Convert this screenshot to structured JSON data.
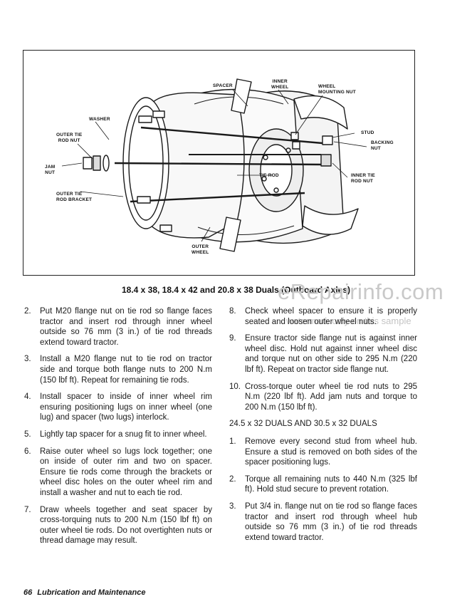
{
  "figure": {
    "labels": {
      "spacer": "SPACER",
      "inner_wheel": [
        "INNER",
        "WHEEL"
      ],
      "wheel_mounting_nut": [
        "WHEEL",
        "MOUNTING NUT"
      ],
      "washer": "WASHER",
      "outer_tie_rod_nut": [
        "OUTER TIE",
        "ROD NUT"
      ],
      "stud": "STUD",
      "backing_nut": [
        "BACKING",
        "NUT"
      ],
      "jam_nut": [
        "JAM",
        "NUT"
      ],
      "tie_rod": "TIE ROD",
      "inner_tie_rod_nut": [
        "INNER TIE",
        "ROD NUT"
      ],
      "outer_tie_rod_bracket": [
        "OUTER TIE",
        "ROD BRACKET"
      ],
      "outer_wheel": [
        "OUTER",
        "WHEEL"
      ]
    },
    "caption": "18.4 x 38, 18.4 x 42 and 20.8 x 38 Duals (Outboard Axles)"
  },
  "watermark": {
    "site": "eRepairinfo.com",
    "note": "watermark only on this sample"
  },
  "left_column": [
    {
      "num": "2.",
      "text": "Put M20 flange nut on tie rod so flange faces tractor and insert rod through inner wheel outside so 76 mm (3 in.) of tie rod threads extend toward tractor."
    },
    {
      "num": "3.",
      "text": "Install a M20 flange nut to tie rod on tractor side and torque both flange nuts to 200 N.m (150 lbf ft). Repeat for remaining tie rods."
    },
    {
      "num": "4.",
      "text": "Install spacer to inside of inner wheel rim ensuring positioning lugs on inner wheel (one lug) and spacer (two lugs) interlock."
    },
    {
      "num": "5.",
      "text": "Lightly tap spacer for a snug fit to inner wheel."
    },
    {
      "num": "6.",
      "text": "Raise outer wheel so lugs lock together; one on inside of outer rim and two on spacer. Ensure tie rods come through the brackets or wheel disc holes on the outer wheel rim and install a washer and nut to each tie rod."
    },
    {
      "num": "7.",
      "text": "Draw wheels together and seat spacer by cross-torquing nuts to 200 N.m (150 lbf ft) on outer wheel tie rods. Do not overtighten nuts or thread damage may result."
    }
  ],
  "right_column": {
    "items_a": [
      {
        "num": "8.",
        "text": "Check wheel spacer to ensure it is properly seated and loosen outer wheel nuts."
      },
      {
        "num": "9.",
        "text": "Ensure tractor side flange nut is against inner wheel disc. Hold nut against inner wheel disc and torque nut on other side to 295 N.m (220 lbf ft). Repeat on tractor side flange nut."
      },
      {
        "num": "10.",
        "text": "Cross-torque outer wheel tie rod nuts to 295 N.m (220 lbf ft). Add jam nuts and torque to 200 N.m (150 lbf ft)."
      }
    ],
    "subheading": "24.5 x 32 DUALS AND 30.5 x 32 DUALS",
    "items_b": [
      {
        "num": "1.",
        "text": "Remove every second stud from wheel hub. Ensure a stud is removed on both sides of the spacer positioning lugs."
      },
      {
        "num": "2.",
        "text": "Torque all remaining nuts to 440 N.m (325 lbf ft). Hold stud secure to prevent rotation."
      },
      {
        "num": "3.",
        "text": "Put 3/4 in. flange nut on tie rod so flange faces tractor and insert rod through wheel hub outside so 76 mm (3 in.) of tie rod threads extend toward tractor."
      }
    ]
  },
  "footer": {
    "page_number": "66",
    "section": "Lubrication and Maintenance"
  }
}
